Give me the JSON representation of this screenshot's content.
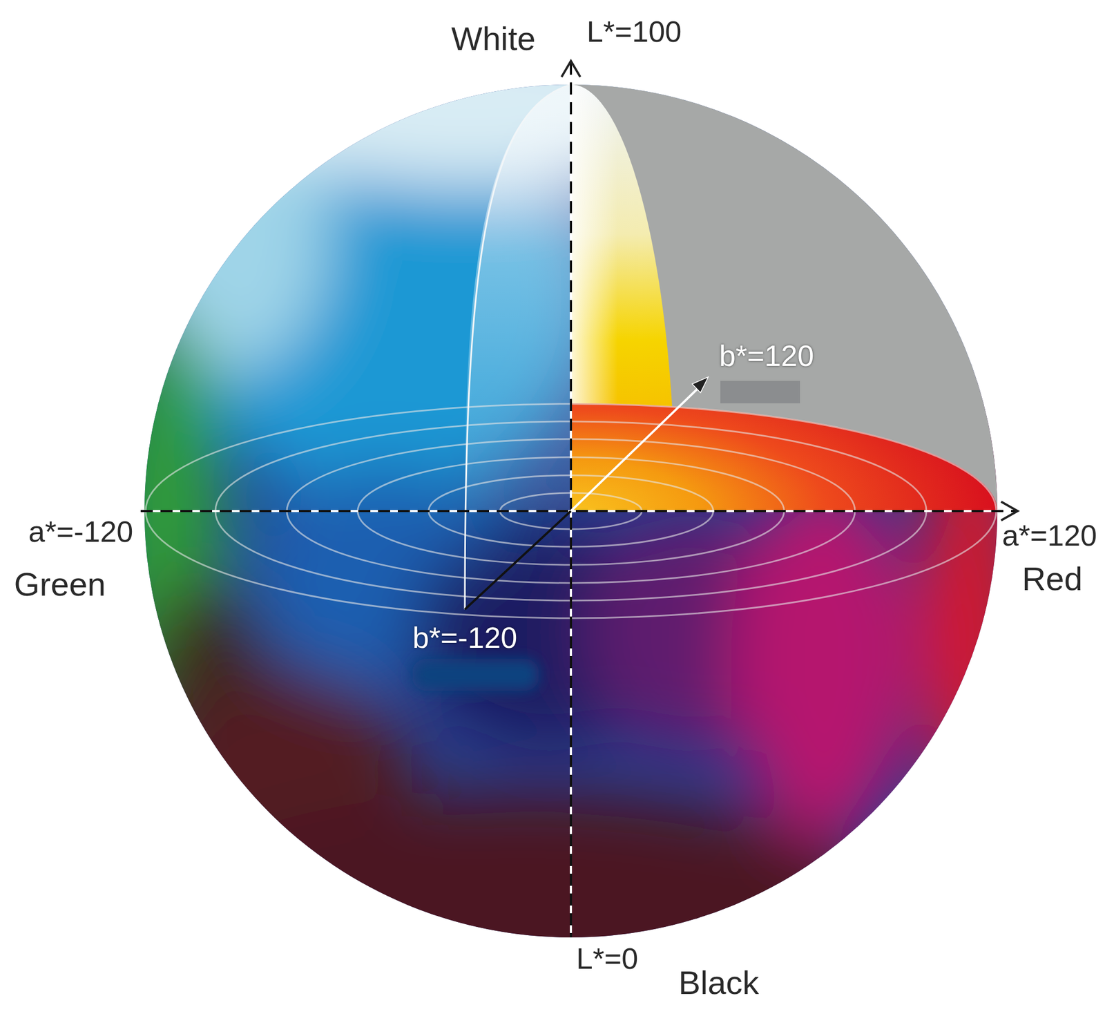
{
  "diagram": {
    "labels": [
      "White",
      "L*=100",
      "b*=120",
      "a*=-120",
      "a*=120",
      "Green",
      "Red",
      "b*=-120",
      "L*=0",
      "Black"
    ]
  }
}
